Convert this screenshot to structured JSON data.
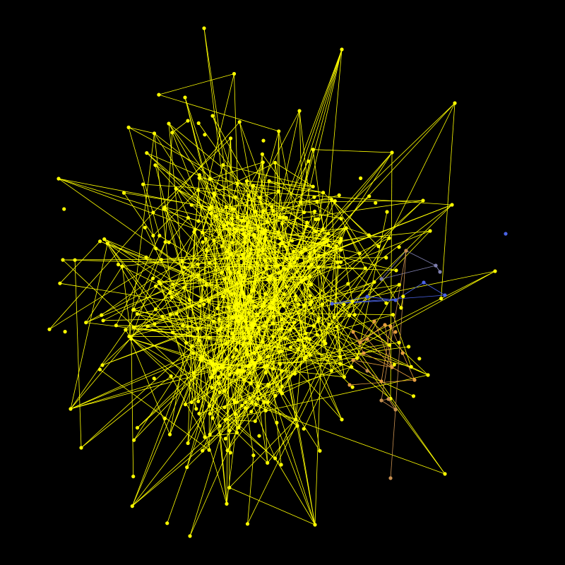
{
  "background_color": "#000000",
  "colors": {
    "main_cluster": "#ffff00",
    "blue_cluster": "#4a63e6",
    "purple_cluster": "#8080b0",
    "orange_cluster": "#e8a040",
    "tan_cluster": "#c89050"
  },
  "graph": {
    "type": "network",
    "layout": "force-directed",
    "labels_visible": false,
    "clusters": [
      {
        "name": "main",
        "color_key": "main_cluster",
        "node_count": 480,
        "edge_count": 620
      },
      {
        "name": "blue",
        "color_key": "blue_cluster",
        "node_count": 6,
        "edge_count": 8
      },
      {
        "name": "purple",
        "color_key": "purple_cluster",
        "node_count": 4,
        "edge_count": 5
      },
      {
        "name": "orange",
        "color_key": "orange_cluster",
        "node_count": 14,
        "edge_count": 18
      },
      {
        "name": "tan",
        "color_key": "tan_cluster",
        "node_count": 6,
        "edge_count": 7
      }
    ]
  }
}
